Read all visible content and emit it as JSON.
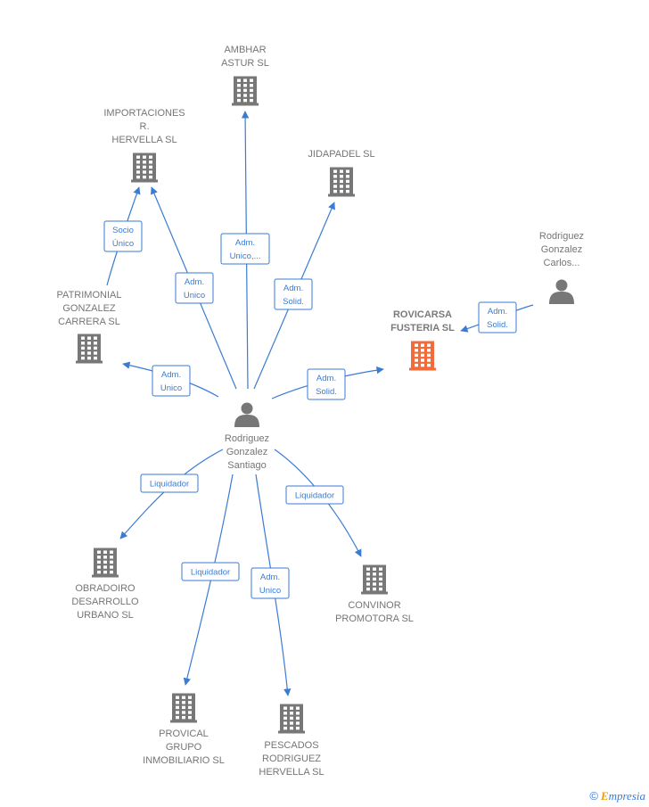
{
  "colors": {
    "edge": "#3a7bd5",
    "company": "#777777",
    "focus_company": "#f26b3a",
    "person": "#777777",
    "label": "#757575"
  },
  "nodes": [
    {
      "id": "santiago",
      "kind": "person",
      "lines": [
        "Rodriguez",
        "Gonzalez",
        "Santiago"
      ]
    },
    {
      "id": "carlos",
      "kind": "person",
      "lines": [
        "Rodriguez",
        "Gonzalez",
        "Carlos..."
      ]
    },
    {
      "id": "ambhar",
      "kind": "company",
      "lines": [
        "AMBHAR",
        "ASTUR SL"
      ]
    },
    {
      "id": "importaciones",
      "kind": "company",
      "lines": [
        "IMPORTACIONES",
        "R.",
        "HERVELLA SL"
      ]
    },
    {
      "id": "jidapadel",
      "kind": "company",
      "lines": [
        "JIDAPADEL SL"
      ]
    },
    {
      "id": "patrimonial",
      "kind": "company",
      "lines": [
        "PATRIMONIAL",
        "GONZALEZ",
        "CARRERA  SL"
      ]
    },
    {
      "id": "rovicarsa",
      "kind": "company",
      "focus": true,
      "lines": [
        "ROVICARSA",
        "FUSTERIA  SL"
      ]
    },
    {
      "id": "obradoiro",
      "kind": "company",
      "lines": [
        "OBRADOIRO",
        "DESARROLLO",
        "URBANO SL"
      ]
    },
    {
      "id": "convinor",
      "kind": "company",
      "lines": [
        "CONVINOR",
        "PROMOTORA SL"
      ]
    },
    {
      "id": "provical",
      "kind": "company",
      "lines": [
        "PROVICAL",
        "GRUPO",
        "INMOBILIARIO SL"
      ]
    },
    {
      "id": "pescados",
      "kind": "company",
      "lines": [
        "PESCADOS",
        "RODRIGUEZ",
        "HERVELLA SL"
      ]
    }
  ],
  "edges": [
    {
      "from": "santiago",
      "to": "ambhar",
      "label": [
        "Adm.",
        "Unico,..."
      ]
    },
    {
      "from": "santiago",
      "to": "importaciones",
      "label": [
        "Adm.",
        "Unico"
      ]
    },
    {
      "from": "santiago",
      "to": "jidapadel",
      "label": [
        "Adm.",
        "Solid."
      ]
    },
    {
      "from": "santiago",
      "to": "patrimonial",
      "label": [
        "Adm.",
        "Unico"
      ]
    },
    {
      "from": "santiago",
      "to": "rovicarsa",
      "label": [
        "Adm.",
        "Solid."
      ]
    },
    {
      "from": "carlos",
      "to": "rovicarsa",
      "label": [
        "Adm.",
        "Solid."
      ]
    },
    {
      "from": "patrimonial",
      "to": "importaciones",
      "label": [
        "Socio",
        "Único"
      ]
    },
    {
      "from": "santiago",
      "to": "obradoiro",
      "label": [
        "Liquidador"
      ]
    },
    {
      "from": "santiago",
      "to": "convinor",
      "label": [
        "Liquidador"
      ]
    },
    {
      "from": "santiago",
      "to": "provical",
      "label": [
        "Liquidador"
      ]
    },
    {
      "from": "santiago",
      "to": "pescados",
      "label": [
        "Adm.",
        "Unico"
      ]
    }
  ],
  "brand": {
    "copyright": "©",
    "initial": "E",
    "rest": "mpresia"
  }
}
